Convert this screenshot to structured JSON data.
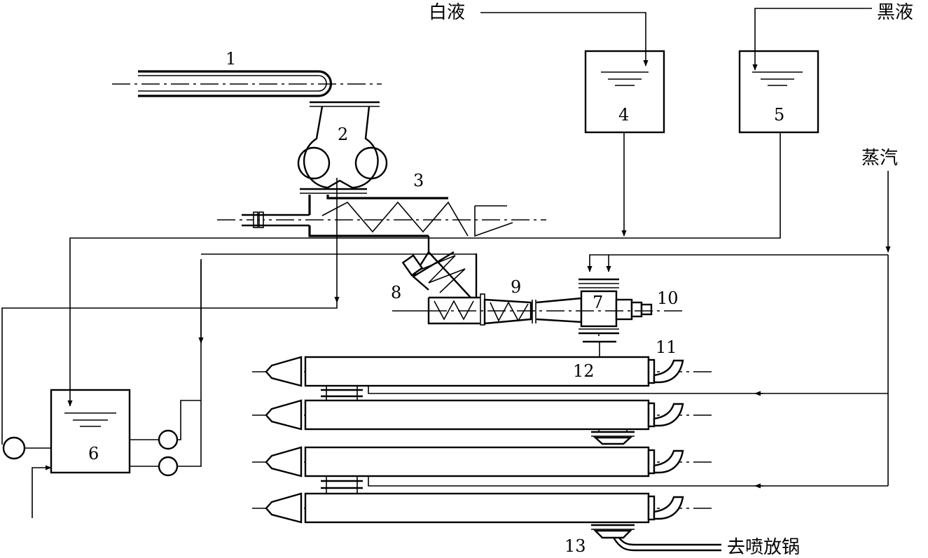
{
  "labels": {
    "white_liquor": "白液",
    "black_liquor": "黑液",
    "steam": "蒸汽",
    "to_blow_tank": "去喷放锅",
    "n1": "1",
    "n2": "2",
    "n3": "3",
    "n4": "4",
    "n5": "5",
    "n6": "6",
    "n7": "7",
    "n8": "8",
    "n9": "9",
    "n10": "10",
    "n11": "11",
    "n12": "12",
    "n13": "13"
  }
}
